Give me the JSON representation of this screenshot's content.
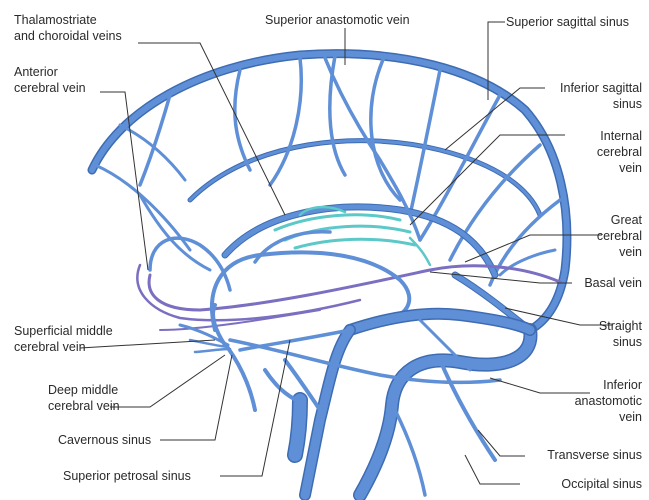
{
  "labels": {
    "thalamostriate": "Thalamostriate\nand choroidal veins",
    "anterior_cerebral": "Anterior\ncerebral vein",
    "superficial_middle": "Superficial middle\ncerebral vein",
    "deep_middle": "Deep middle\ncerebral vein",
    "cavernous": "Cavernous sinus",
    "superior_petrosal": "Superior petrosal sinus",
    "superior_anastomotic": "Superior anastomotic vein",
    "superior_sagittal": "Superior sagittal sinus",
    "inferior_sagittal": "Inferior sagittal\nsinus",
    "internal_cerebral": "Internal\ncerebral\nvein",
    "great_cerebral": "Great\ncerebral\nvein",
    "basal": "Basal vein",
    "straight": "Straight\nsinus",
    "inferior_anastomotic": "Inferior\nanastomotic\nvein",
    "transverse": "Transverse sinus",
    "occipital": "Occipital sinus"
  },
  "colors": {
    "vein": "#5f8fd6",
    "vein_edge": "#3d6cb3",
    "basal_vein": "#7a6fc0",
    "choroidal": "#5cc8c8"
  }
}
